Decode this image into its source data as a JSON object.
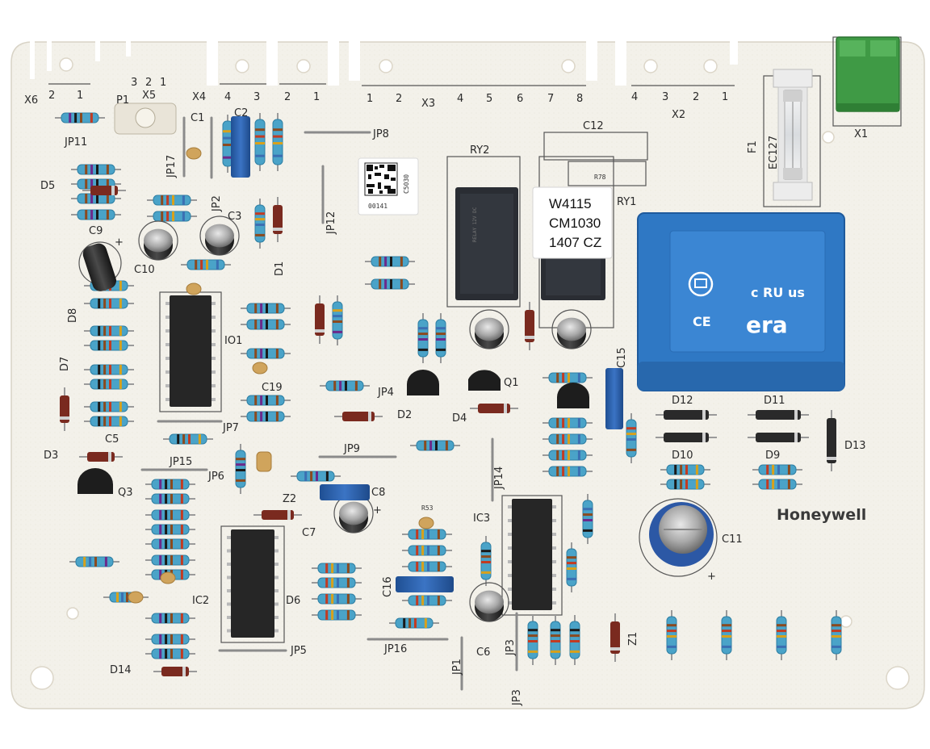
{
  "board": {
    "brand": "Honeywell",
    "sticker_lines": [
      "W4115",
      "CM1030",
      "1407  CZ"
    ],
    "qr_code_text": "00141",
    "qr_side_text": "C5030",
    "transformer_marks": [
      "CE",
      "era",
      "c RU us"
    ]
  },
  "connectors": {
    "x6": {
      "label": "X6",
      "pins": [
        "2",
        "1"
      ]
    },
    "x5": {
      "label": "X5",
      "pins": [
        "3",
        "2",
        "1"
      ]
    },
    "x4": {
      "label": "X4",
      "pins": [
        "4",
        "3",
        "2",
        "1"
      ]
    },
    "x3": {
      "label": "X3",
      "pins": [
        "1",
        "2",
        "4",
        "5",
        "6",
        "7",
        "8"
      ]
    },
    "x2": {
      "label": "X2",
      "pins": [
        "4",
        "3",
        "2",
        "1"
      ]
    },
    "x1": {
      "label": "X1"
    }
  },
  "labels": {
    "p1": "P1",
    "jp11": "JP11",
    "jp17": "JP17",
    "c1": "C1",
    "c2": "C2",
    "jp2": "JP2",
    "jp8": "JP8",
    "jp12": "JP12",
    "d5": "D5",
    "c9": "C9",
    "c10": "C10",
    "c3": "C3",
    "d1": "D1",
    "d8": "D8",
    "d7": "D7",
    "d3": "D3",
    "c5": "C5",
    "io1": "IO1",
    "c19": "C19",
    "jp4": "JP4",
    "d2": "D2",
    "jp7": "JP7",
    "jp15": "JP15",
    "jp6": "JP6",
    "q3": "Q3",
    "z2": "Z2",
    "c8": "C8",
    "c7": "C7",
    "jp9": "JP9",
    "ry2": "RY2",
    "ry1": "RY1",
    "c12": "C12",
    "r78": "R78",
    "f1": "F1",
    "fuse_text": "EC127",
    "q1": "Q1",
    "d4": "D4",
    "c15": "C15",
    "jp14": "JP14",
    "ic3": "IC3",
    "r53": "R53",
    "c16": "C16",
    "ic2": "IC2",
    "jp5": "JP5",
    "d6": "D6",
    "d14": "D14",
    "jp16": "JP16",
    "c6": "C6",
    "jp1": "JP1",
    "jp3": "JP3",
    "jp3b": "JP3",
    "z1": "Z1",
    "d12": "D12",
    "d11": "D11",
    "d10": "D10",
    "d9": "D9",
    "d13": "D13",
    "c11": "C11"
  },
  "polarity": {
    "c9_plus": "+",
    "c8_plus": "+",
    "c11_plus": "+"
  },
  "colors": {
    "board": "#f3f1ea",
    "resistor": "#4aa3c8",
    "transformer": "#2f78c4",
    "terminal": "#3f9a45",
    "ic": "#262626",
    "relay": "#2a2d33",
    "silk": "#2a2a2a"
  }
}
